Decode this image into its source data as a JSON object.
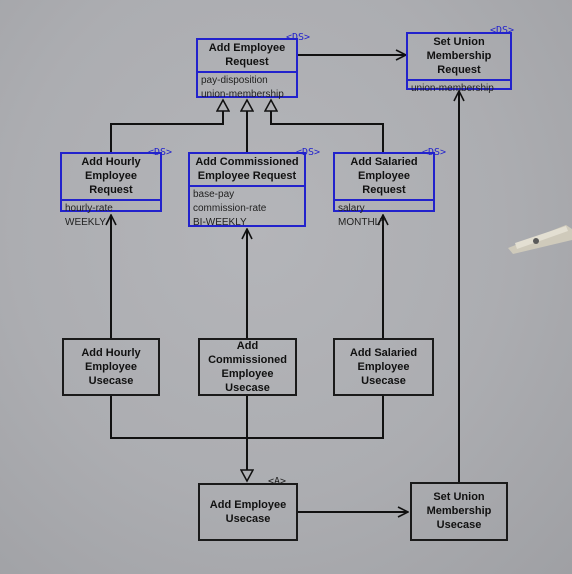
{
  "stereotypes": {
    "data_structure": "<DS>",
    "abstract": "<A>"
  },
  "request": {
    "add_employee": {
      "title": "Add Employee\nRequest",
      "attrs": [
        "pay-disposition",
        "union-membership"
      ]
    },
    "set_union": {
      "title": "Set Union\nMembership\nRequest",
      "attrs": [
        "union-membership"
      ]
    },
    "hourly": {
      "title": "Add Hourly\nEmployee Request",
      "attrs": [
        "hourly-rate",
        "WEEKLY"
      ]
    },
    "commissioned": {
      "title": "Add Commissioned\nEmployee Request",
      "attrs": [
        "base-pay",
        "commission-rate",
        "BI-WEEKLY"
      ]
    },
    "salaried": {
      "title": "Add Salaried\nEmployee Request",
      "attrs": [
        "salary",
        "MONTHLY"
      ]
    }
  },
  "usecase": {
    "hourly": "Add Hourly\nEmployee Usecase",
    "commissioned": "Add\nCommissioned\nEmployee Usecase",
    "salaried": "Add Salaried\nEmployee Usecase",
    "add_employee": "Add Employee\nUsecase",
    "set_union": "Set Union\nMembership\nUsecase"
  },
  "colors": {
    "data_structure_border": "#2222cc",
    "usecase_border": "#1a1a1a",
    "background": "#a9aaae"
  }
}
